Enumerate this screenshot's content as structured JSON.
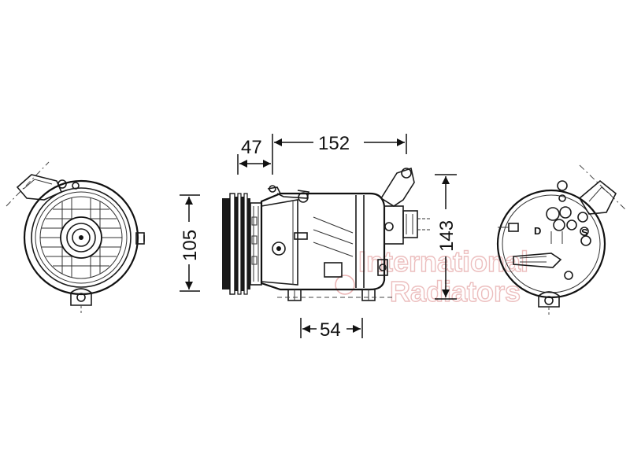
{
  "dimensions": {
    "d47": "47",
    "d152": "152",
    "d105": "105",
    "d143": "143",
    "d54": "54"
  },
  "rear_labels": {
    "discharge": "D",
    "suction": "S"
  },
  "watermark": {
    "line1": "International",
    "line2": "Radiators"
  }
}
